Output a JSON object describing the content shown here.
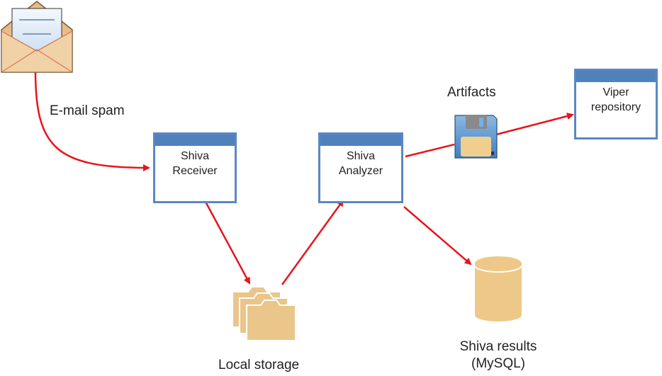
{
  "nodes": {
    "email": {
      "label": "E-mail spam",
      "icon": "envelope-icon"
    },
    "receiver": {
      "line1": "Shiva",
      "line2": "Receiver"
    },
    "analyzer": {
      "line1": "Shiva",
      "line2": "Analyzer"
    },
    "viper": {
      "line1": "Viper",
      "line2": "repository"
    },
    "artifacts": {
      "label": "Artifacts",
      "icon": "floppy-disk-icon"
    },
    "local_storage": {
      "label": "Local storage",
      "icon": "folders-icon"
    },
    "results": {
      "line1": "Shiva results",
      "line2": "(MySQL)",
      "icon": "database-icon"
    }
  },
  "edges": [
    {
      "from": "email",
      "to": "receiver"
    },
    {
      "from": "receiver",
      "to": "local_storage"
    },
    {
      "from": "local_storage",
      "to": "analyzer"
    },
    {
      "from": "analyzer",
      "to": "viper",
      "via": "artifacts"
    },
    {
      "from": "analyzer",
      "to": "results"
    }
  ],
  "colors": {
    "arrow": "#e8141c",
    "box_border": "#5b87c1",
    "box_header": "#4f81bd",
    "icon_tan": "#f1cd8f"
  }
}
